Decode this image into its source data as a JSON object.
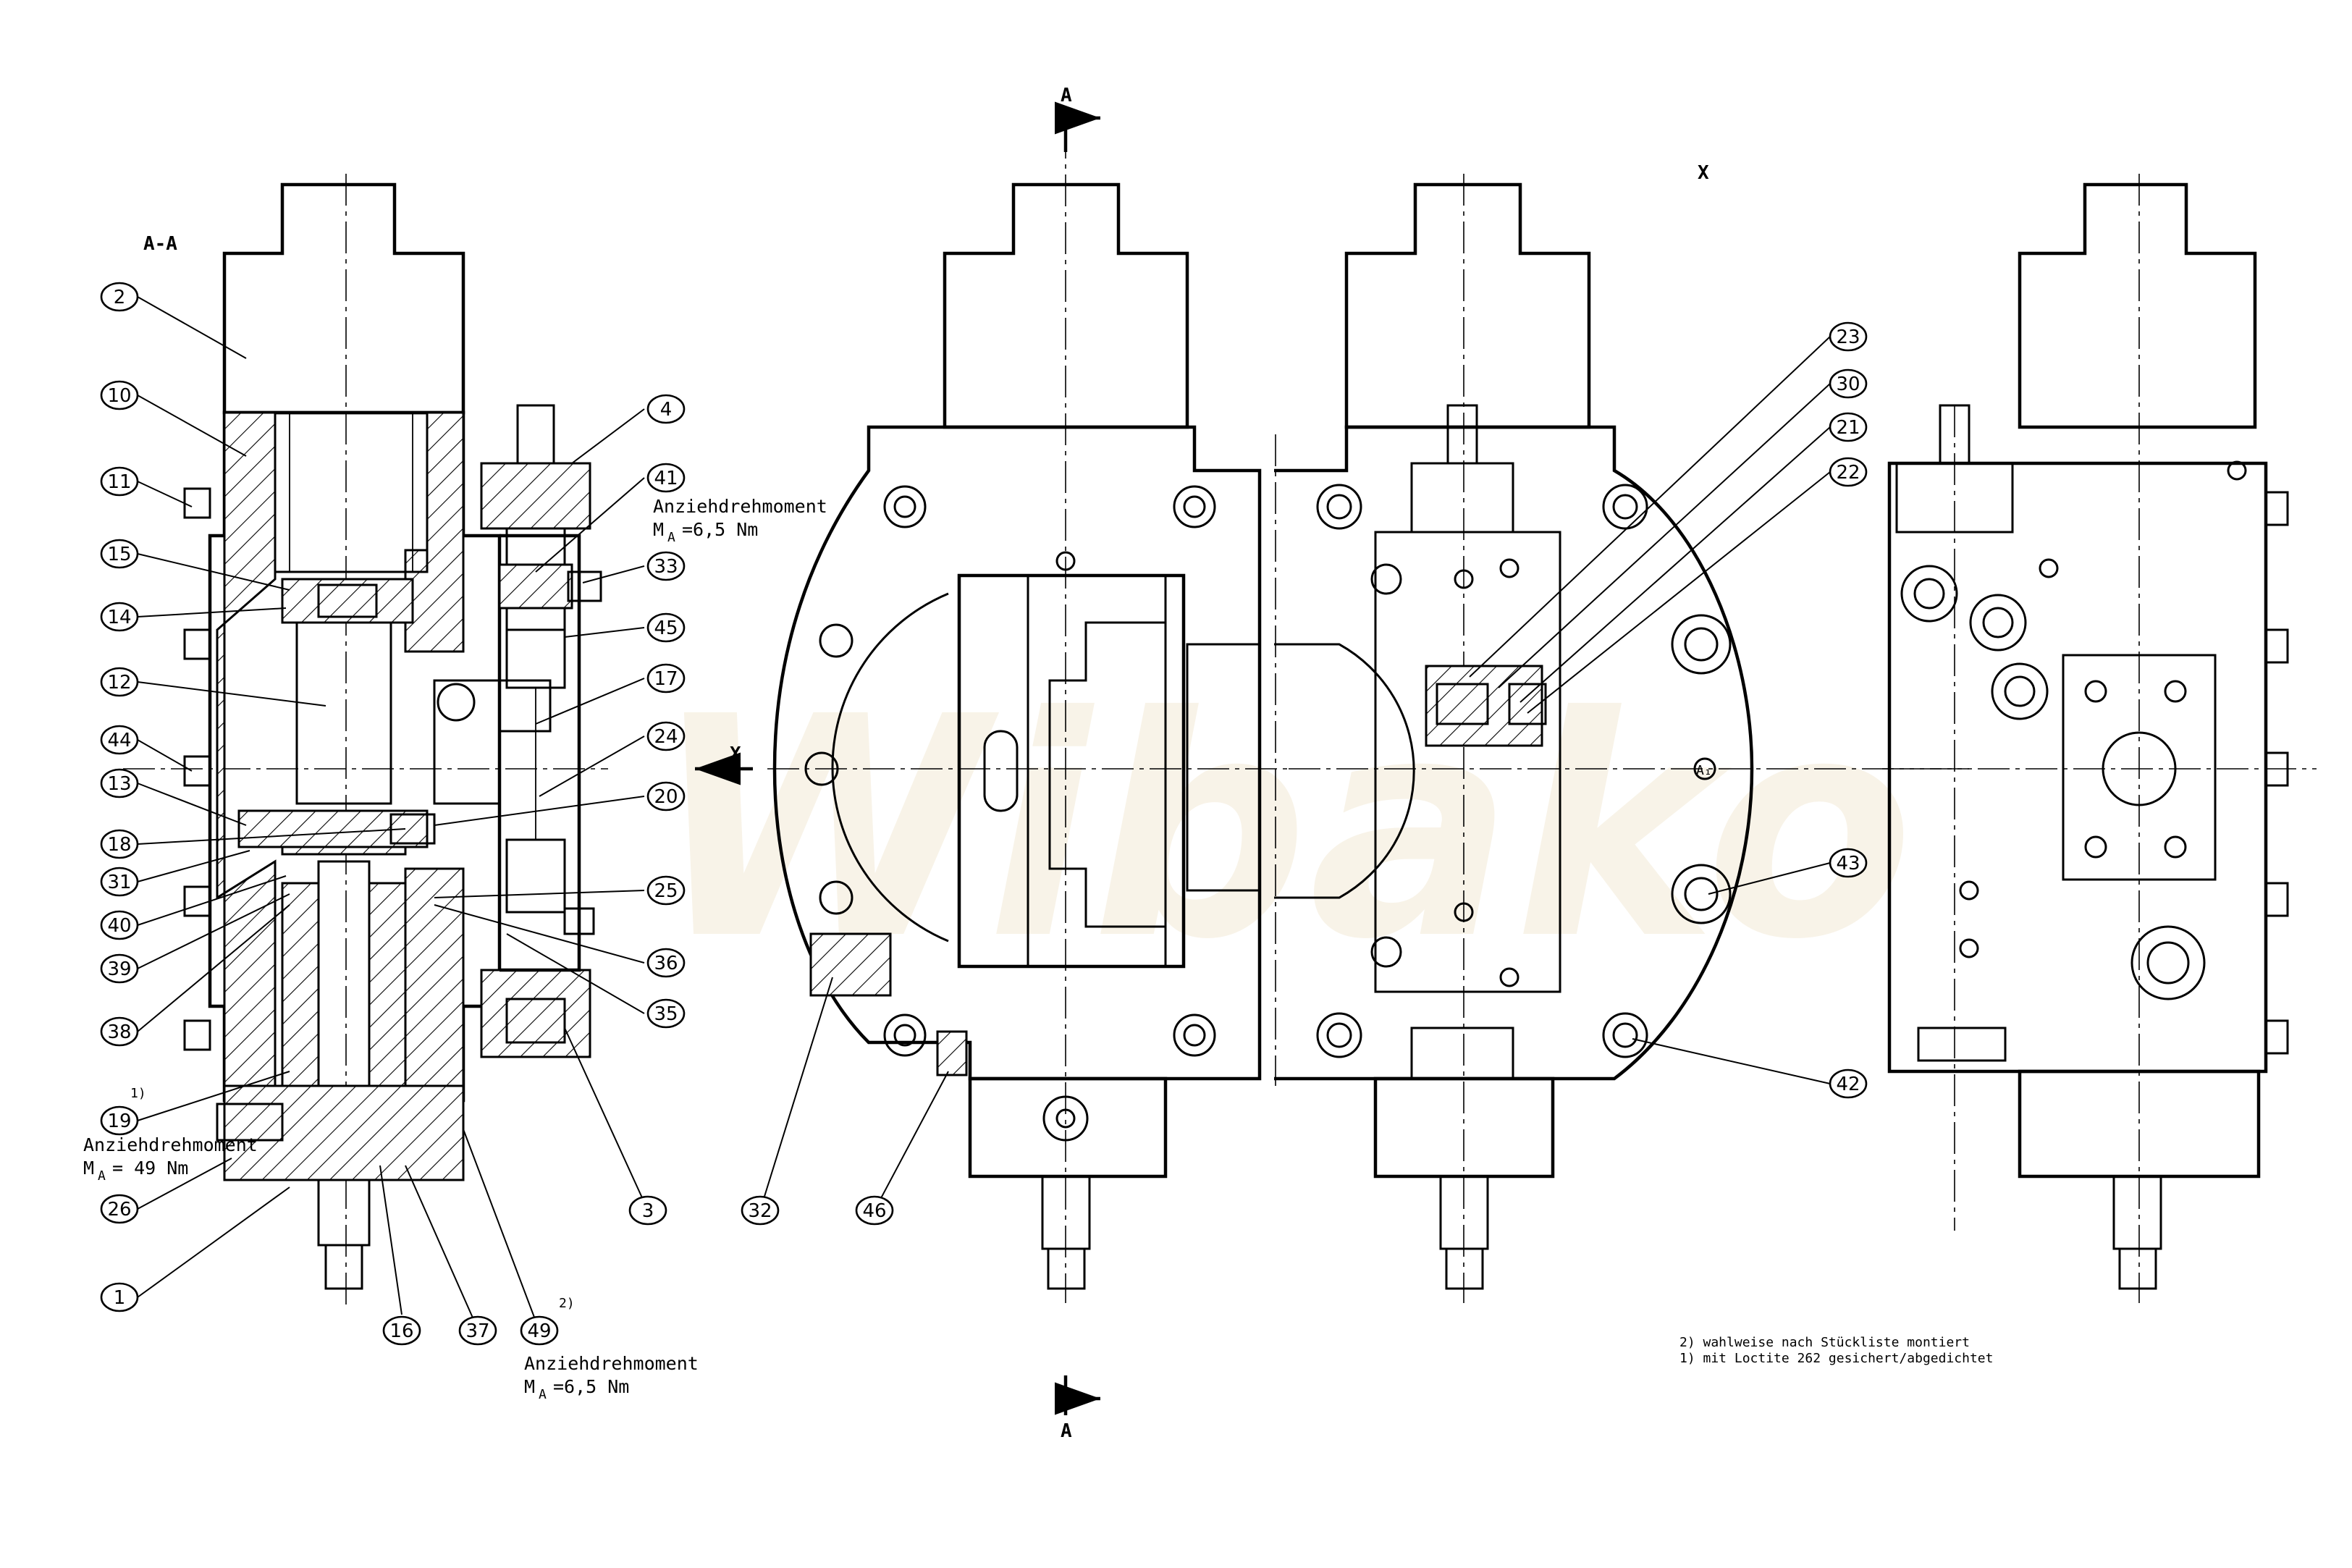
{
  "section_title": "A-A",
  "view_letter_x": "X",
  "section_marks": [
    "A",
    "A"
  ],
  "arrow_x_label": "X",
  "port_label": "A₁",
  "torque_notes": [
    {
      "line1": "Anziehdrehmoment",
      "line2": "M",
      "sub": "A",
      "value": "=6,5 Nm"
    },
    {
      "line1": "Anziehdrehmoment",
      "line2": "M",
      "sub": "A",
      "value": "= 49 Nm"
    },
    {
      "line1": "Anziehdrehmoment",
      "line2": "M",
      "sub": "A",
      "value": "=6,5 Nm"
    }
  ],
  "footnotes": [
    "2) wahlweise nach Stückliste montiert",
    "1) mit Loctite 262 gesichert/abgedichtet"
  ],
  "footnote_refs": {
    "19": "1)",
    "49": "2)"
  },
  "watermark": "Wibako",
  "callouts": [
    "2",
    "10",
    "11",
    "15",
    "14",
    "12",
    "44",
    "13",
    "18",
    "31",
    "40",
    "39",
    "38",
    "19",
    "26",
    "1",
    "16",
    "37",
    "49",
    "3",
    "4",
    "41",
    "33",
    "45",
    "17",
    "24",
    "20",
    "25",
    "36",
    "35",
    "32",
    "46",
    "23",
    "30",
    "21",
    "22",
    "43",
    "42"
  ]
}
